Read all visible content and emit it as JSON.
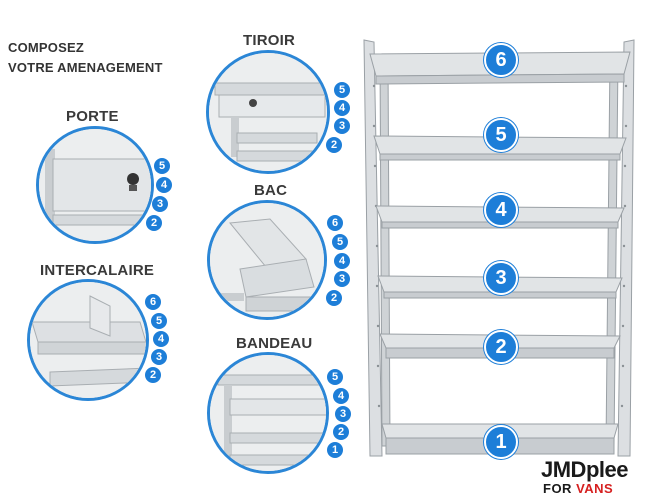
{
  "intro": {
    "line1": "COMPOSEZ",
    "line2": "VOTRE AMENAGEMENT"
  },
  "modules": [
    {
      "title": "TIROIR",
      "badges": [
        "5",
        "4",
        "3",
        "2"
      ]
    },
    {
      "title": "PORTE",
      "badges": [
        "5",
        "4",
        "3",
        "2"
      ]
    },
    {
      "title": "BAC",
      "badges": [
        "6",
        "5",
        "4",
        "3",
        "2"
      ]
    },
    {
      "title": "INTERCALAIRE",
      "badges": [
        "6",
        "5",
        "4",
        "3",
        "2"
      ]
    },
    {
      "title": "BANDEAU",
      "badges": [
        "5",
        "4",
        "3",
        "2",
        "1"
      ]
    }
  ],
  "rack": {
    "levels": [
      "6",
      "5",
      "4",
      "3",
      "2",
      "1"
    ]
  },
  "logo": {
    "main": "JMDplee",
    "sub_prefix": "FOR ",
    "sub_accent": "VANS"
  },
  "colors": {
    "accent": "#1d7ed8",
    "shelf": "#d8dcdf",
    "text": "#3a3a3a",
    "brand_red": "#d62020"
  }
}
